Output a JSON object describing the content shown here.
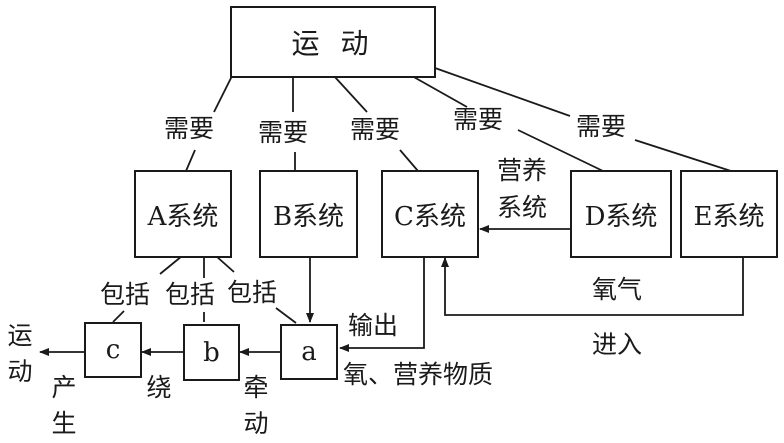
{
  "root": {
    "label": "运 动"
  },
  "edge_label_need": "需要",
  "systems": [
    {
      "id": "A",
      "label": "A系统"
    },
    {
      "id": "B",
      "label": "B系统"
    },
    {
      "id": "C",
      "label": "C系统"
    },
    {
      "id": "D",
      "label": "D系统"
    },
    {
      "id": "E",
      "label": "E系统"
    }
  ],
  "components": [
    {
      "id": "c",
      "label": "c"
    },
    {
      "id": "b",
      "label": "b"
    },
    {
      "id": "a",
      "label": "a"
    }
  ],
  "edge_labels": {
    "include": "包括",
    "nutrition_system_line1": "营养",
    "nutrition_system_line2": "系统",
    "oxygen": "氧气",
    "enter": "进入",
    "output": "输出",
    "oxygen_nutrients": "氧、营养物质",
    "motion_out_line1": "运",
    "motion_out_line2": "动",
    "produce_line1": "产",
    "produce_line2": "生",
    "around": "绕",
    "pull_line1": "牵",
    "pull_line2": "动"
  }
}
